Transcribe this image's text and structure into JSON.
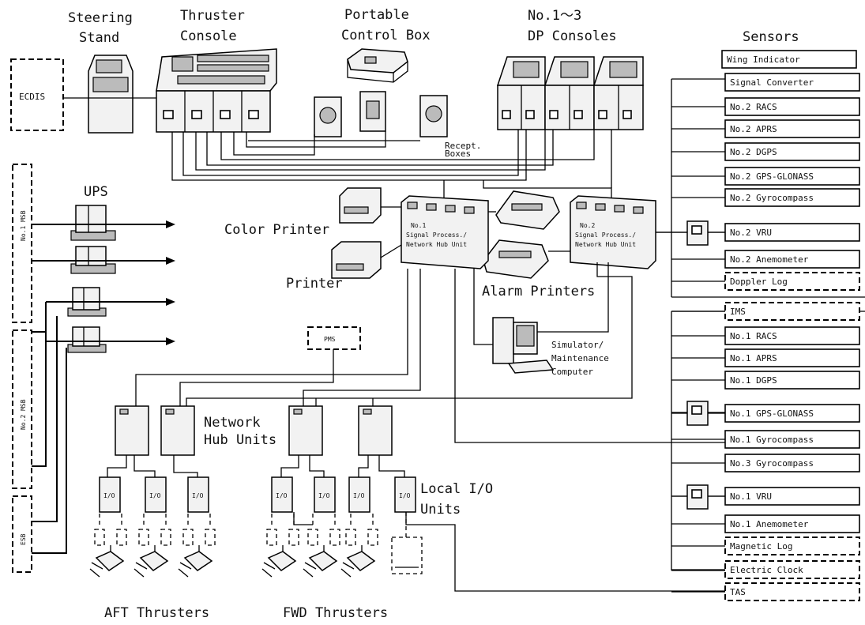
{
  "labels": {
    "steering_stand": [
      "Steering",
      "Stand"
    ],
    "thruster_console": [
      "Thruster",
      "Console"
    ],
    "portable_control_box": [
      "Portable",
      "Control Box"
    ],
    "dp_consoles": [
      "No.1～3",
      "DP Consoles"
    ],
    "sensors": "Sensors",
    "ecdis": "ECDIS",
    "ups": "UPS",
    "no1_msb": "No.1 MSB",
    "no2_msb": "No.2 MSB",
    "esb": "ESB",
    "recept_boxes": [
      "Recept.",
      "Boxes"
    ],
    "color_printer": "Color Printer",
    "printer": "Printer",
    "alarm_printers": "Alarm Printers",
    "spu1": [
      "No.1",
      "Signal Process./",
      "Network Hub Unit"
    ],
    "spu2": [
      "No.2",
      "Signal Process./",
      "Network Hub Unit"
    ],
    "simulator": [
      "Simulator/",
      "Maintenance",
      "Computer"
    ],
    "pms": "PMS",
    "network_hub_units": [
      "Network",
      "Hub Units"
    ],
    "local_io_units": [
      "Local I/O",
      "Units"
    ],
    "aft_thrusters": "AFT Thrusters",
    "fwd_thrusters": "FWD Thrusters",
    "io_unit_tag": "I/O"
  },
  "sensors_group1": [
    {
      "label": "Wing Indicator",
      "dashed": false
    },
    {
      "label": "Signal Converter",
      "dashed": false
    },
    {
      "label": "No.2 RACS",
      "dashed": false
    },
    {
      "label": "No.2 APRS",
      "dashed": false
    },
    {
      "label": "No.2 DGPS",
      "dashed": false
    },
    {
      "label": "No.2 GPS-GLONASS",
      "dashed": false
    },
    {
      "label": "No.2 Gyrocompass",
      "dashed": false
    },
    {
      "label": "No.2 VRU",
      "dashed": false
    },
    {
      "label": "No.2 Anemometer",
      "dashed": false
    },
    {
      "label": "Doppler Log",
      "dashed": true
    }
  ],
  "sensors_group2": [
    {
      "label": "IMS",
      "dashed": true
    },
    {
      "label": "No.1 RACS",
      "dashed": false
    },
    {
      "label": "No.1 APRS",
      "dashed": false
    },
    {
      "label": "No.1 DGPS",
      "dashed": false
    },
    {
      "label": "No.1 GPS-GLONASS",
      "dashed": false
    },
    {
      "label": "No.1 Gyrocompass",
      "dashed": false
    },
    {
      "label": "No.3 Gyrocompass",
      "dashed": false
    },
    {
      "label": "No.1 VRU",
      "dashed": false
    },
    {
      "label": "No.1 Anemometer",
      "dashed": false
    },
    {
      "label": "Magnetic Log",
      "dashed": true
    },
    {
      "label": "Electric Clock",
      "dashed": true
    },
    {
      "label": "TAS",
      "dashed": true
    }
  ]
}
